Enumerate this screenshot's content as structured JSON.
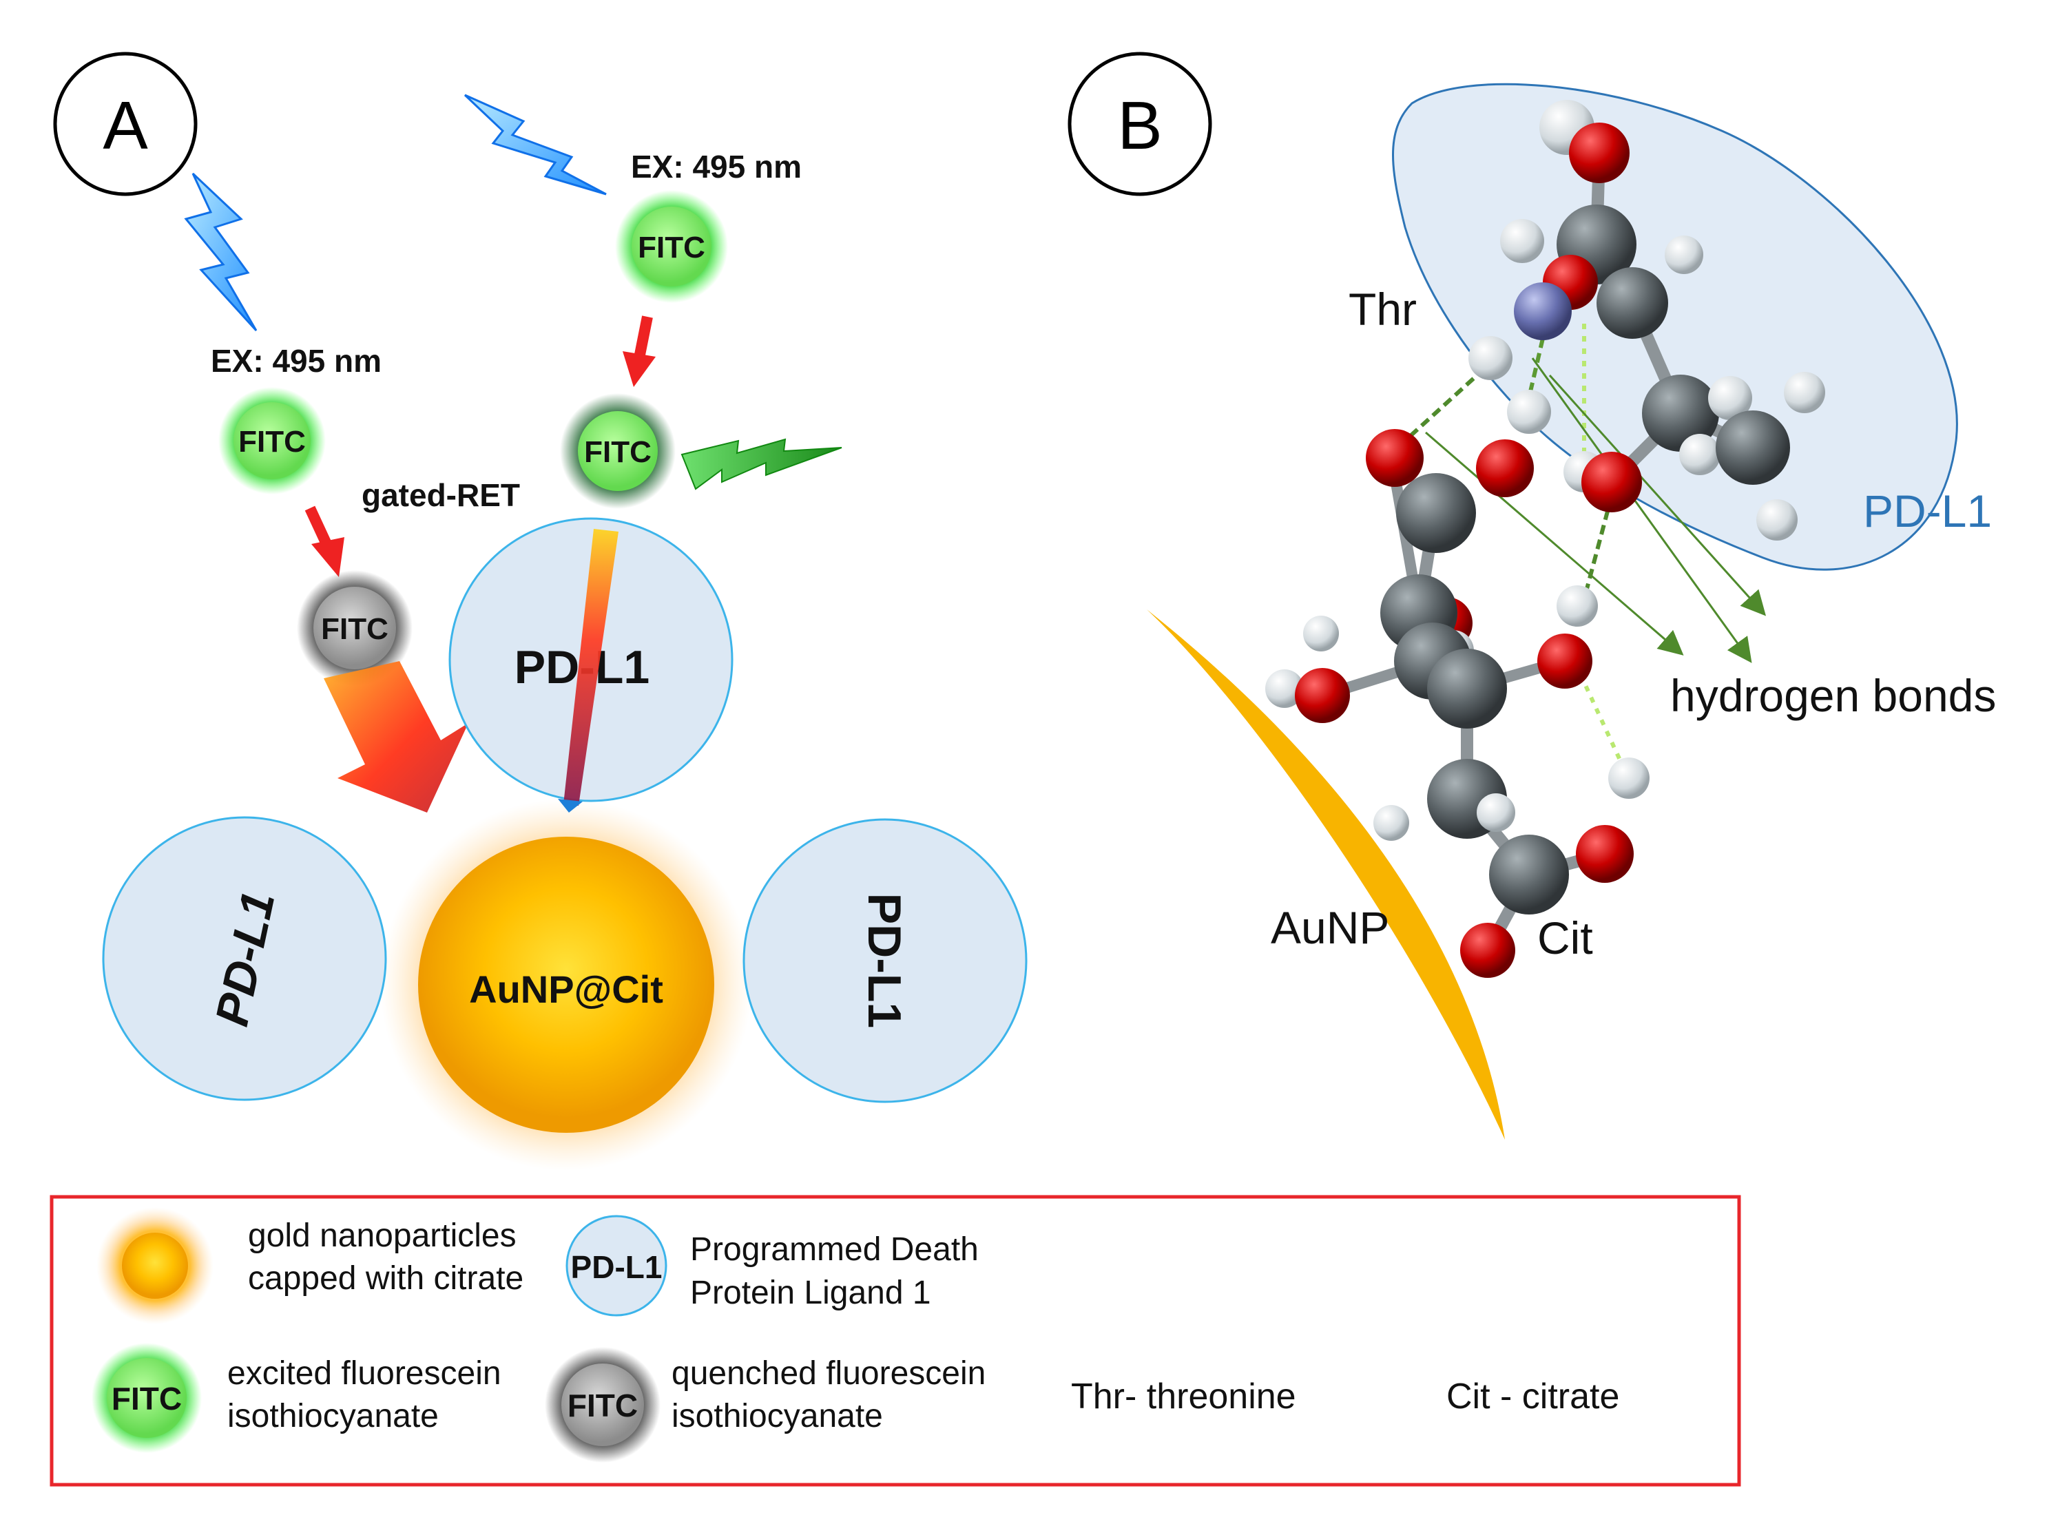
{
  "panel_a": {
    "label": "A",
    "excitation_left": "EX: 495 nm",
    "excitation_right": "EX: 495 nm",
    "fitc_label": "FITC",
    "gated_ret": "gated-RET",
    "pdl1_top": "PD-L1",
    "pdl1_left": "PD-L1",
    "pdl1_right": "PD-L1",
    "aunp": "AuNP@Cit"
  },
  "panel_b": {
    "label": "B",
    "thr": "Thr",
    "pdl1": "PD-L1",
    "hydrogen_bonds": "hydrogen bonds",
    "aunp": "AuNP",
    "cit": "Cit"
  },
  "legend": {
    "gold_text_1": "gold nanoparticles",
    "gold_text_2": "capped with citrate",
    "pdl1_icon": "PD-L1",
    "pdl1_text_1": "Programmed Death",
    "pdl1_text_2": "Protein Ligand 1",
    "fitc_icon": "FITC",
    "excited_text_1": "excited fluorescein",
    "excited_text_2": "isothiocyanate",
    "quenched_text_1": "quenched fluorescein",
    "quenched_text_2": "isothiocyanate",
    "thr_def": "Thr- threonine",
    "cit_def": "Cit - citrate"
  },
  "colors": {
    "fitc_green": "#7be36a",
    "quenched_gray": "#9a9a9a",
    "gold": "#f7b500",
    "pdl1_fill": "#dce8f4",
    "pdl1_stroke": "#3cb4ea",
    "legend_border": "#e8262b",
    "pdl1_blue_text": "#2e75b6"
  }
}
